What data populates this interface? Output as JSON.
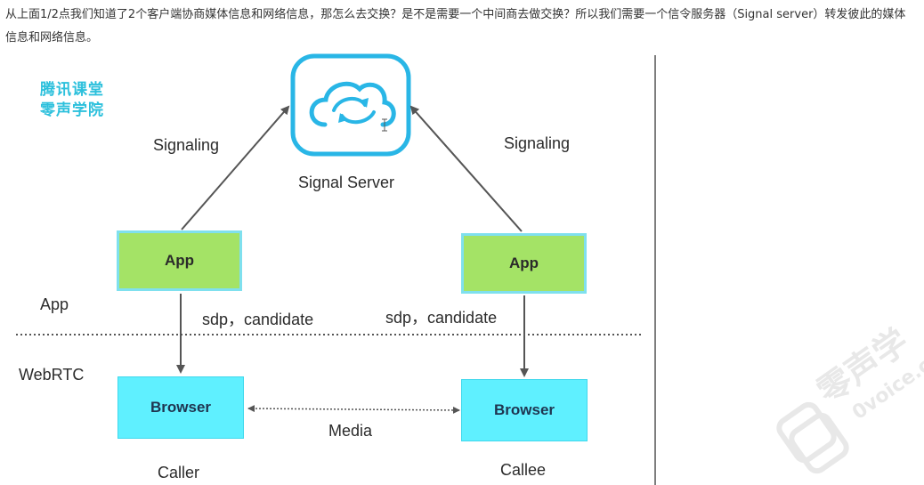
{
  "intro_text": "从上面1/2点我们知道了2个客户端协商媒体信息和网络信息，那怎么去交换？是不是需要一个中间商去做交换？所以我们需要一个信令服务器（Signal server）转发彼此的媒体信息和网络信息。",
  "brand": {
    "line1": "腾讯课堂",
    "line2": "零声学院",
    "color": "#2cc0dc"
  },
  "diagram": {
    "signal_server": {
      "label": "Signal Server",
      "icon": "cloud-sync-icon"
    },
    "signaling_left": "Signaling",
    "signaling_right": "Signaling",
    "layer_app": "App",
    "layer_webrtc": "WebRTC",
    "app_left": "App",
    "app_right": "App",
    "sdp_left": "sdp，candidate",
    "sdp_right": "sdp，candidate",
    "browser_left": "Browser",
    "browser_right": "Browser",
    "media": "Media",
    "caller": "Caller",
    "callee": "Callee",
    "colors": {
      "app_fill": "#a4e366",
      "app_border": "#7fe0ee",
      "browser_fill": "#5ff0ff",
      "cloud": "#29b6e6",
      "arrow": "#555555"
    }
  },
  "watermark": {
    "text_cn": "零声学",
    "text_en": "0voice.c"
  }
}
